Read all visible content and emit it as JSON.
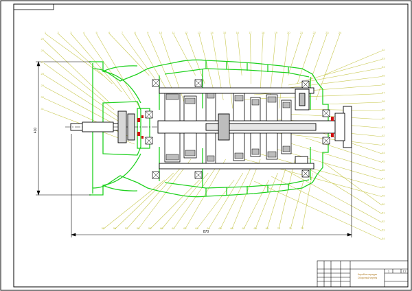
{
  "drawing": {
    "colors": {
      "paper": "#ffffff",
      "frame": "#000000",
      "housing": "#1fd11f",
      "leader": "#c8c850",
      "metal": "#000000",
      "section_fill": "#bdbdbd",
      "seal": "#d01010",
      "dimension": "#000000"
    },
    "callouts_top": [
      "1",
      "2",
      "3",
      "4",
      "5",
      "6",
      "7",
      "8",
      "9",
      "10",
      "11",
      "12",
      "13",
      "14",
      "15",
      "16",
      "17",
      "18",
      "19",
      "20",
      "21",
      "22",
      "23",
      "24"
    ],
    "callouts_left": [
      "25",
      "26",
      "27",
      "28",
      "29",
      "30",
      "31"
    ],
    "callouts_right": [
      "32",
      "33",
      "34",
      "35",
      "36",
      "37",
      "38",
      "39",
      "40",
      "41",
      "42",
      "43",
      "44",
      "45",
      "46",
      "47",
      "48",
      "49",
      "50",
      "51",
      "52",
      "53",
      "54"
    ],
    "callouts_bottom": [
      "55",
      "56",
      "57",
      "58",
      "59",
      "60",
      "61",
      "62",
      "63",
      "64",
      "65",
      "66",
      "67",
      "68",
      "69",
      "70",
      "71",
      "72"
    ],
    "dimension_overall": "870",
    "dimension_height": "410",
    "title_block": {
      "title": "Коробка передач",
      "subtitle": "Сборочный чертёж",
      "sheet": "1",
      "scale": "1:2"
    }
  }
}
